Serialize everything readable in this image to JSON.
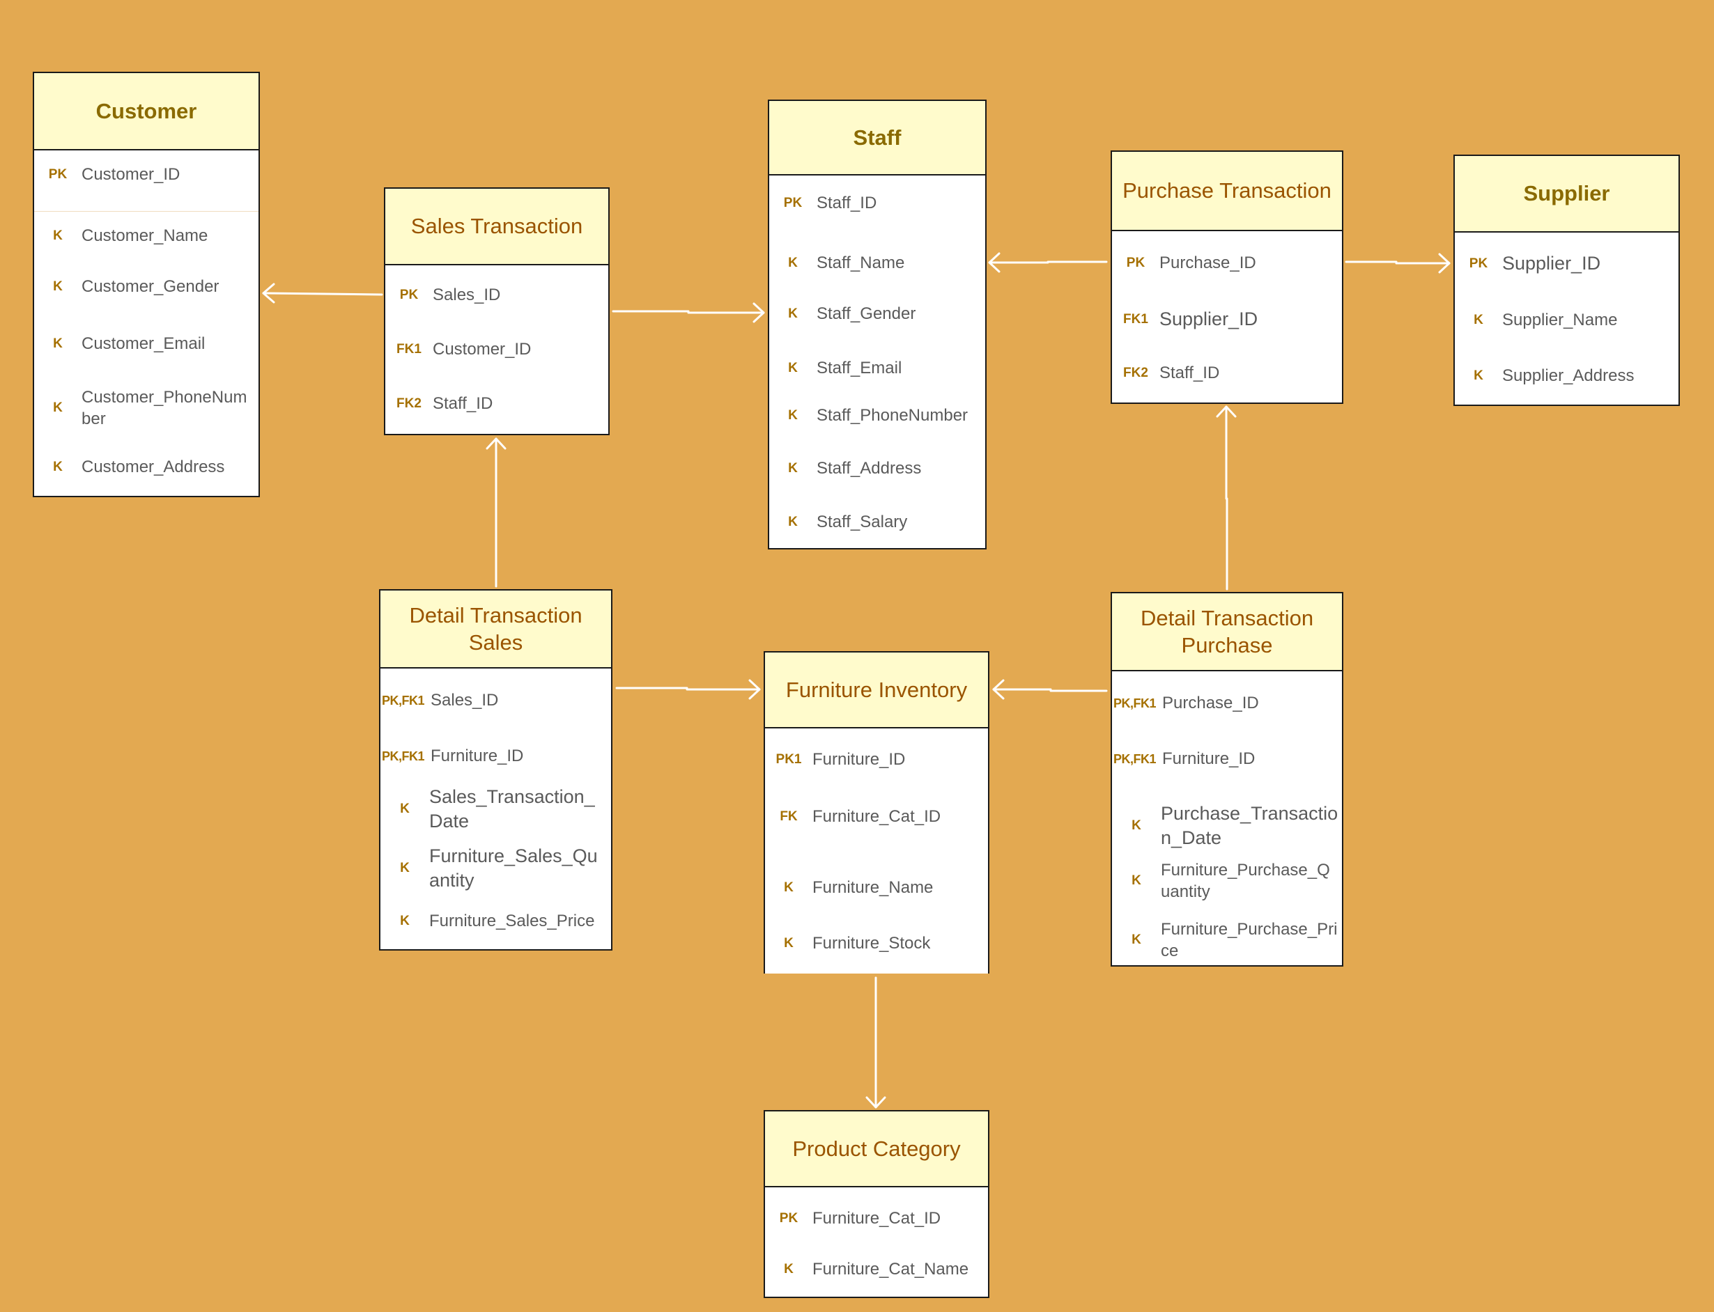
{
  "colors": {
    "background": "#e3a951",
    "header": "#fffbcc",
    "border": "#1a1a1a",
    "key_text": "#a57000",
    "field_text": "#5a5a5a",
    "arrow": "#ffffff"
  },
  "entities": {
    "customer": {
      "title": "Customer",
      "fields": [
        {
          "key": "PK",
          "name": "Customer_ID"
        },
        {
          "key": "K",
          "name": "Customer_Name"
        },
        {
          "key": "K",
          "name": "Customer_Gender"
        },
        {
          "key": "K",
          "name": "Customer_Email"
        },
        {
          "key": "K",
          "name": "Customer_PhoneNumber"
        },
        {
          "key": "K",
          "name": "Customer_Address"
        }
      ]
    },
    "sales_transaction": {
      "title": "Sales Transaction",
      "fields": [
        {
          "key": "PK",
          "name": "Sales_ID"
        },
        {
          "key": "FK1",
          "name": "Customer_ID"
        },
        {
          "key": "FK2",
          "name": "Staff_ID"
        }
      ]
    },
    "staff": {
      "title": "Staff",
      "fields": [
        {
          "key": "PK",
          "name": "Staff_ID"
        },
        {
          "key": "K",
          "name": "Staff_Name"
        },
        {
          "key": "K",
          "name": "Staff_Gender"
        },
        {
          "key": "K",
          "name": "Staff_Email"
        },
        {
          "key": "K",
          "name": "Staff_PhoneNumber"
        },
        {
          "key": "K",
          "name": "Staff_Address"
        },
        {
          "key": "K",
          "name": "Staff_Salary"
        }
      ]
    },
    "purchase_transaction": {
      "title": "Purchase Transaction",
      "fields": [
        {
          "key": "PK",
          "name": "Purchase_ID"
        },
        {
          "key": "FK1",
          "name": "Supplier_ID"
        },
        {
          "key": "FK2",
          "name": "Staff_ID"
        }
      ]
    },
    "supplier": {
      "title": "Supplier",
      "fields": [
        {
          "key": "PK",
          "name": "Supplier_ID"
        },
        {
          "key": "K",
          "name": "Supplier_Name"
        },
        {
          "key": "K",
          "name": "Supplier_Address"
        }
      ]
    },
    "detail_transaction_sales": {
      "title": "Detail Transaction Sales",
      "fields": [
        {
          "key": "PK,FK1",
          "name": "Sales_ID"
        },
        {
          "key": "PK,FK1",
          "name": "Furniture_ID"
        },
        {
          "key": "K",
          "name": "Sales_Transaction_Date"
        },
        {
          "key": "K",
          "name": "Furniture_Sales_Quantity"
        },
        {
          "key": "K",
          "name": "Furniture_Sales_Price"
        }
      ]
    },
    "furniture_inventory": {
      "title": "Furniture Inventory",
      "fields": [
        {
          "key": "PK1",
          "name": "Furniture_ID"
        },
        {
          "key": "FK",
          "name": "Furniture_Cat_ID"
        },
        {
          "key": "K",
          "name": "Furniture_Name"
        },
        {
          "key": "K",
          "name": "Furniture_Stock"
        }
      ]
    },
    "detail_transaction_purchase": {
      "title": "Detail Transaction Purchase",
      "fields": [
        {
          "key": "PK,FK1",
          "name": "Purchase_ID"
        },
        {
          "key": "PK,FK1",
          "name": "Furniture_ID"
        },
        {
          "key": "K",
          "name": "Purchase_Transaction_Date"
        },
        {
          "key": "K",
          "name": "Furniture_Purchase_Quantity"
        },
        {
          "key": "K",
          "name": "Furniture_Purchase_Price"
        }
      ]
    },
    "product_category": {
      "title": "Product Category",
      "fields": [
        {
          "key": "PK",
          "name": "Furniture_Cat_ID"
        },
        {
          "key": "K",
          "name": "Furniture_Cat_Name"
        }
      ]
    }
  }
}
